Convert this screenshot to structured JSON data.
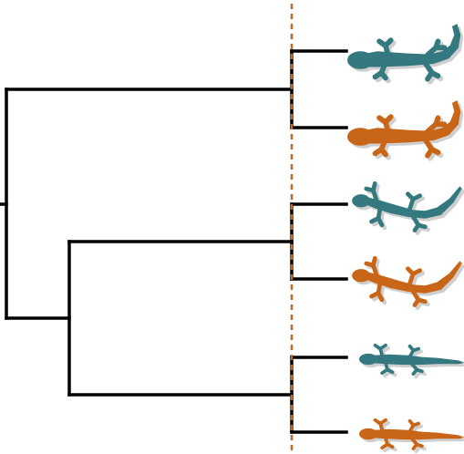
{
  "figure": {
    "kind": "phylogenetic-tree",
    "branch_color": "#000000",
    "marker_line_color": "#c0692b",
    "marker_line_style": "dashed",
    "shadow_color": "#a8a8a8"
  },
  "palette": {
    "teal": "#34797f",
    "orange": "#c96516"
  },
  "tips": [
    {
      "id": "tip-1",
      "icon": "crested-gecko-icon",
      "color": "teal"
    },
    {
      "id": "tip-2",
      "icon": "crested-gecko-icon",
      "color": "orange"
    },
    {
      "id": "tip-3",
      "icon": "house-gecko-icon",
      "color": "teal"
    },
    {
      "id": "tip-4",
      "icon": "house-gecko-icon",
      "color": "orange"
    },
    {
      "id": "tip-5",
      "icon": "slender-gecko-icon",
      "color": "teal"
    },
    {
      "id": "tip-6",
      "icon": "slender-gecko-icon",
      "color": "orange"
    }
  ]
}
